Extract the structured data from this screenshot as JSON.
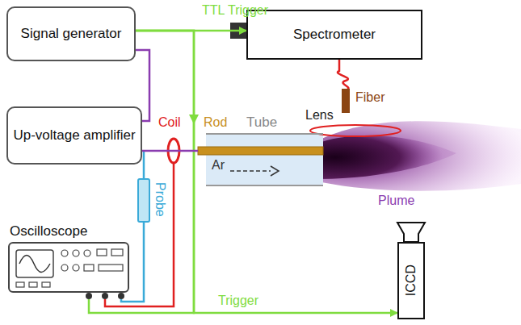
{
  "diagram": {
    "nodes": [
      {
        "text": [
          "Signal generator"
        ]
      },
      {
        "text": [
          "Spectrometer"
        ]
      },
      {
        "text": [
          "Up-voltage amplifier"
        ]
      },
      {
        "text": [
          "Oscilloscope"
        ]
      },
      {
        "text": [
          "ICCD"
        ]
      },
      {
        "text": [
          "Tube"
        ]
      }
    ],
    "edges": [
      {
        "from": 0,
        "to": 1,
        "arrow": "to",
        "label": "TTL Trigger"
      },
      {
        "from": 0,
        "to": 3,
        "arrow": "none"
      },
      {
        "from": 0,
        "to": 4,
        "arrow": "to",
        "label": "Trigger"
      },
      {
        "from": 0,
        "to": 2,
        "arrow": "none"
      },
      {
        "from": 2,
        "to": 5,
        "arrow": "none"
      }
    ],
    "labels": [
      "Coil",
      "Rod",
      "Ar",
      "Plume",
      "Fiber",
      "Lens",
      "Probe"
    ]
  }
}
